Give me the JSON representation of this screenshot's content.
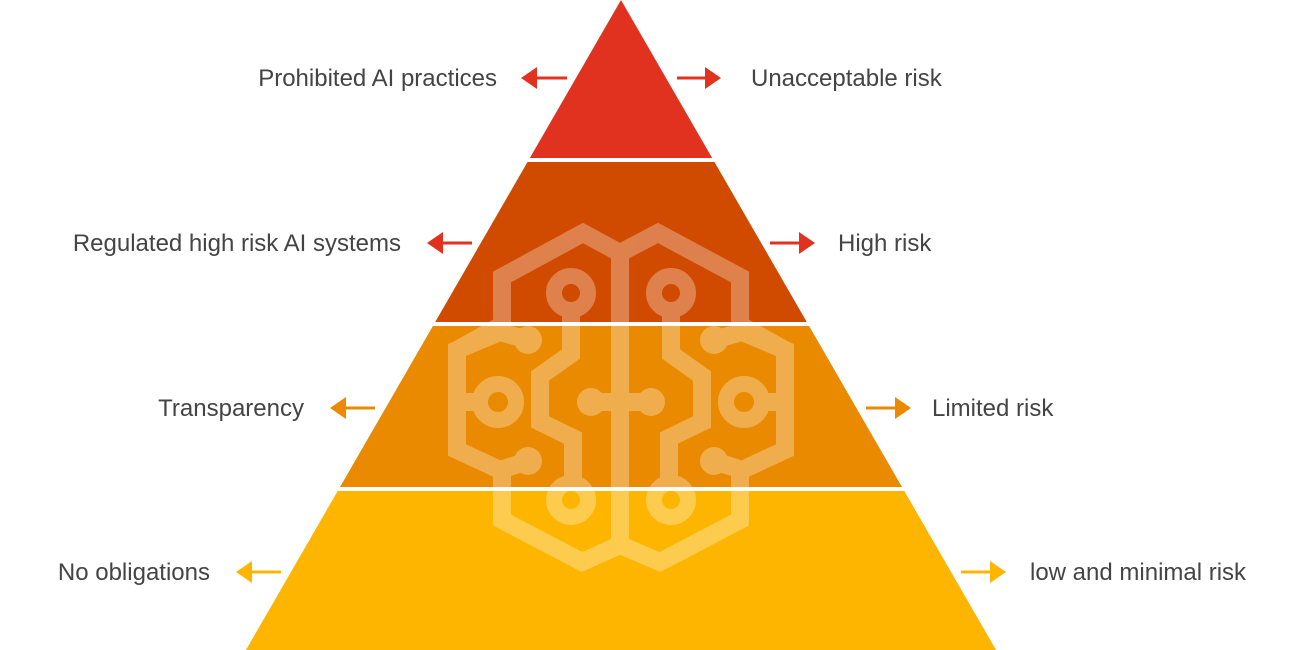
{
  "levels": [
    {
      "risk": "Unacceptable risk",
      "obligation": "Prohibited AI practices",
      "color": "#E0321F",
      "arrow_color": "#E0321F"
    },
    {
      "risk": "High risk",
      "obligation": "Regulated high risk AI systems",
      "color": "#D04A00",
      "arrow_color": "#E0321F"
    },
    {
      "risk": "Limited risk",
      "obligation": "Transparency",
      "color": "#EA8A00",
      "arrow_color": "#EA8A00"
    },
    {
      "risk": "low and minimal risk",
      "obligation": "No obligations",
      "color": "#FDB500",
      "arrow_color": "#FDB500"
    }
  ],
  "overlay_icon": "brain-circuit-icon"
}
